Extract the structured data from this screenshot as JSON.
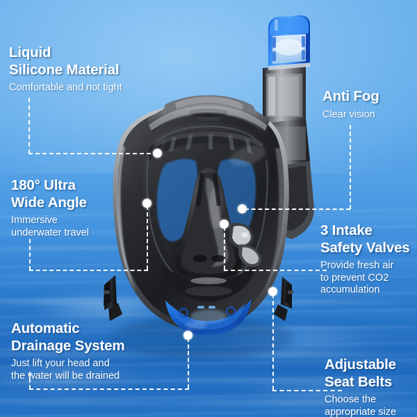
{
  "product": {
    "name": "Full Face Snorkel Mask",
    "colors": {
      "background_top": "#63ACEA",
      "background_bottom": "#2A76C9",
      "text": "#FFFFFF",
      "mask_body": "#2B2B2D",
      "mask_frame": "#8A8D91",
      "valve_blue": "#1E6FD9",
      "snorkel_cap_blue": "#1565E8"
    }
  },
  "callouts": [
    {
      "id": "liquid-silicone",
      "title": "Liquid\nSilicone Material",
      "subtitle": "Comfortable and not tight"
    },
    {
      "id": "anti-fog",
      "title": "Anti Fog",
      "subtitle": "Clear vision"
    },
    {
      "id": "wide-angle",
      "title": "180° Ultra\nWide Angle",
      "subtitle": "Immersive\nunderwater travel"
    },
    {
      "id": "intake-valves",
      "title": "3 Intake\nSafety Valves",
      "subtitle": "Provide fresh air\nto prevent CO2\naccumulation"
    },
    {
      "id": "drainage",
      "title": "Automatic\nDrainage System",
      "subtitle": "Just lift your head and\nthe water will be drained"
    },
    {
      "id": "seat-belts",
      "title": "Adjustable\nSeat Belts",
      "subtitle": "Choose the\nappropriate size"
    }
  ]
}
